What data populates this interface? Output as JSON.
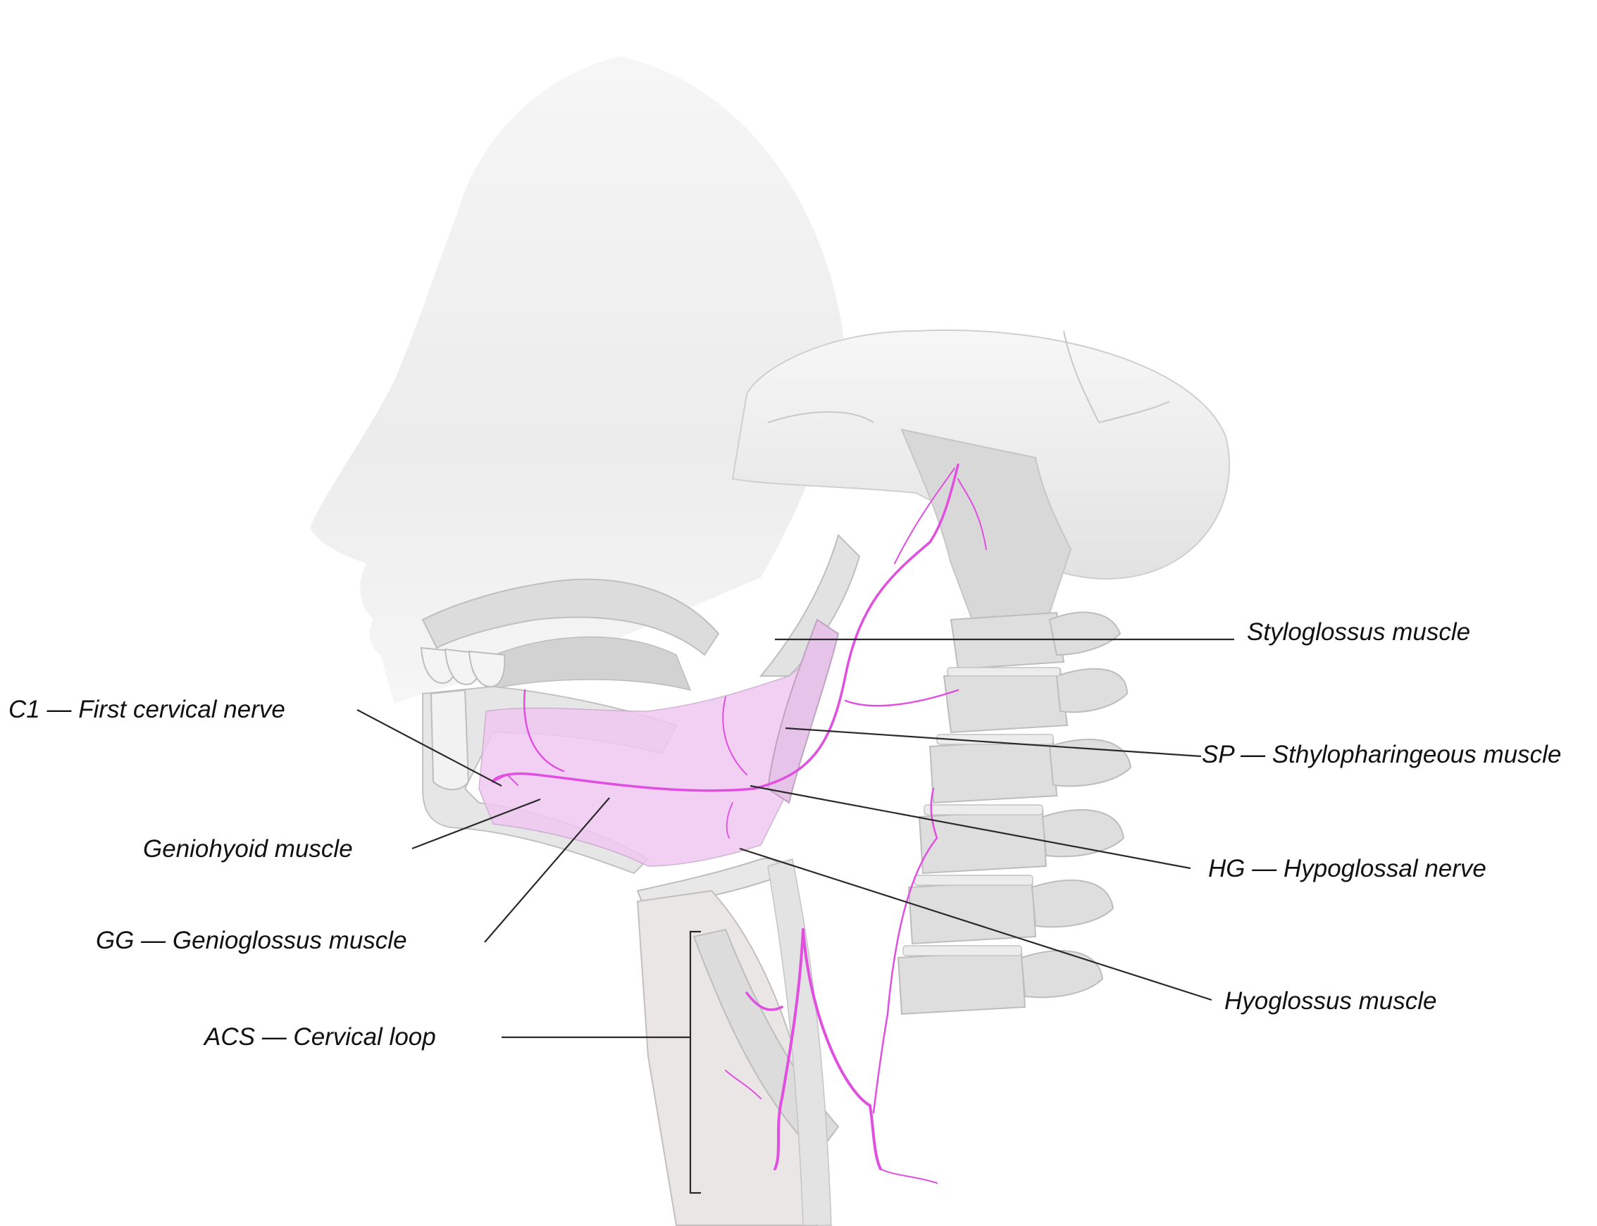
{
  "labels": {
    "styloglossus": "Styloglossus muscle",
    "stylopharyngeus": "SP — Sthylopharingeous muscle",
    "hypoglossal": "HG — Hypoglossal nerve",
    "hyoglossus": "Hyoglossus muscle",
    "first_cervical": "C1 — First cervical nerve",
    "geniohyoid": "Geniohyoid muscle",
    "genioglossus": "GG — Genioglossus muscle",
    "cervical_loop": "ACS — Cervical loop"
  },
  "colors": {
    "nerve": "#e04fe0",
    "muscle_tint": "#f0c8f2",
    "bone": "#dcdcdc",
    "head_silhouette": "#efefef"
  }
}
